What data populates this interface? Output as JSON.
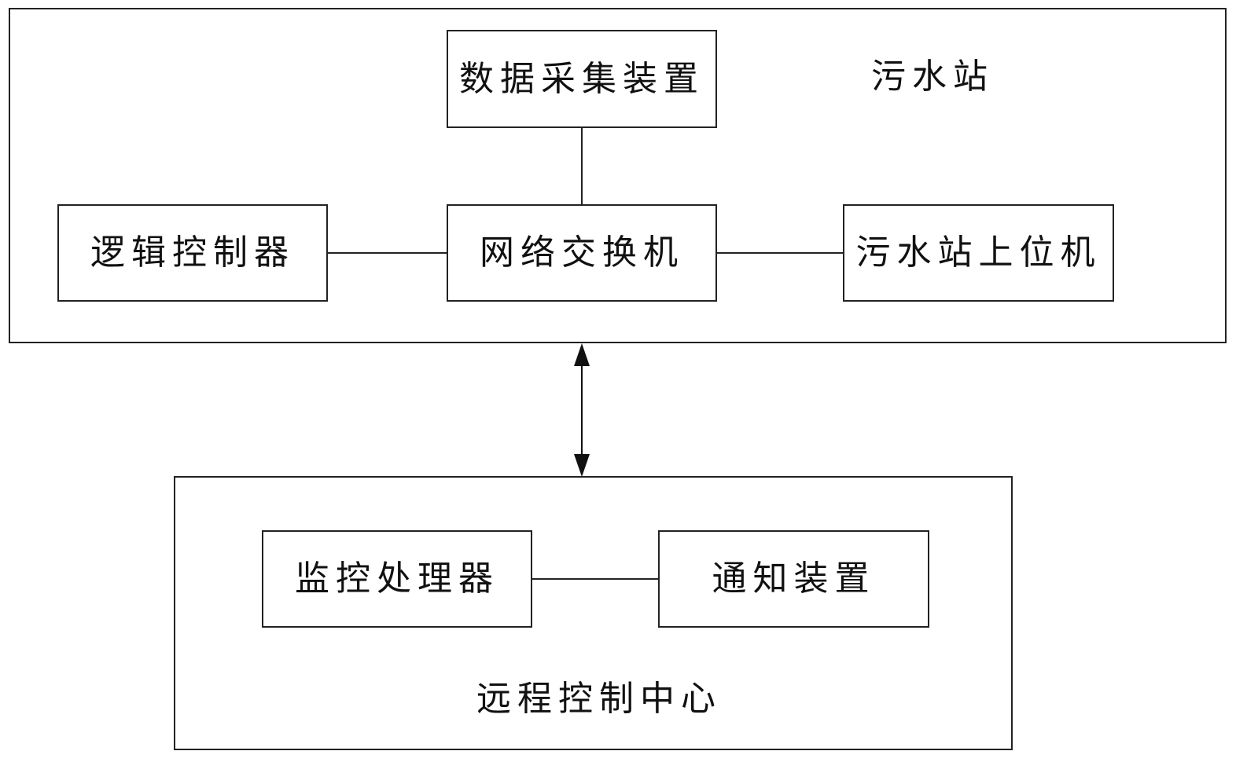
{
  "station": {
    "title": "污水站",
    "data_acquisition": "数据采集装置",
    "logic_controller": "逻辑控制器",
    "network_switch": "网络交换机",
    "host_computer": "污水站上位机"
  },
  "control_center": {
    "title": "远程控制中心",
    "monitor_processor": "监控处理器",
    "notification_device": "通知装置"
  }
}
